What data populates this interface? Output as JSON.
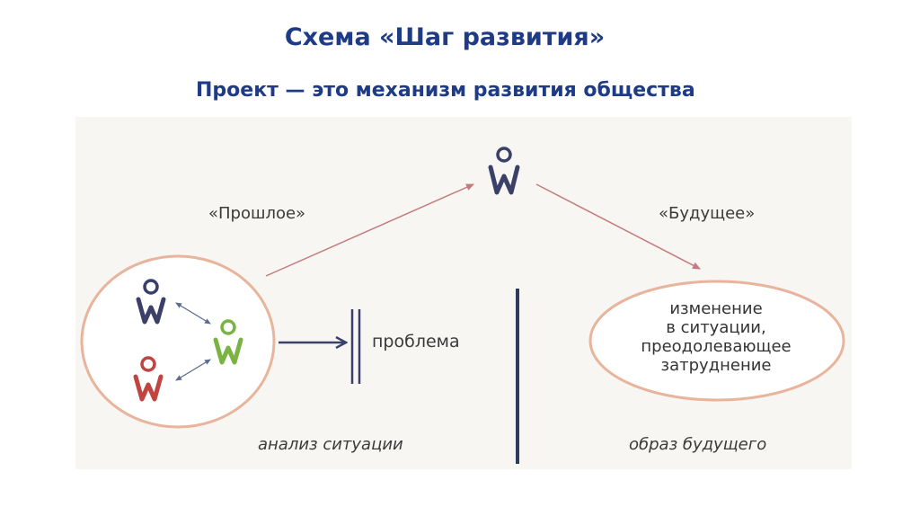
{
  "header": {
    "title": "Схема «Шаг развития»",
    "subtitle": "Проект — это механизм развития общества"
  },
  "diagram": {
    "past_label": "«Прошлое»",
    "future_label": "«Будущее»",
    "problem_label": "проблема",
    "analysis_caption": "анализ ситуации",
    "future_image_caption": "образ будущего",
    "change_lines": [
      "изменение",
      "в ситуации,",
      "преодолевающее",
      "затруднение"
    ],
    "colors": {
      "title": "#1f3b86",
      "person_navy": "#3a4068",
      "person_green": "#7bb342",
      "person_red": "#c0443f",
      "circle_outline": "#e8b49c",
      "arrow_red": "#c47b7b",
      "arrow_small": "#5a6b8f",
      "separator": "#2f3a5e",
      "panel_bg": "#f7f6f3"
    },
    "icons": [
      "person-icon-navy-top",
      "person-icon-navy",
      "person-icon-green",
      "person-icon-red"
    ]
  }
}
